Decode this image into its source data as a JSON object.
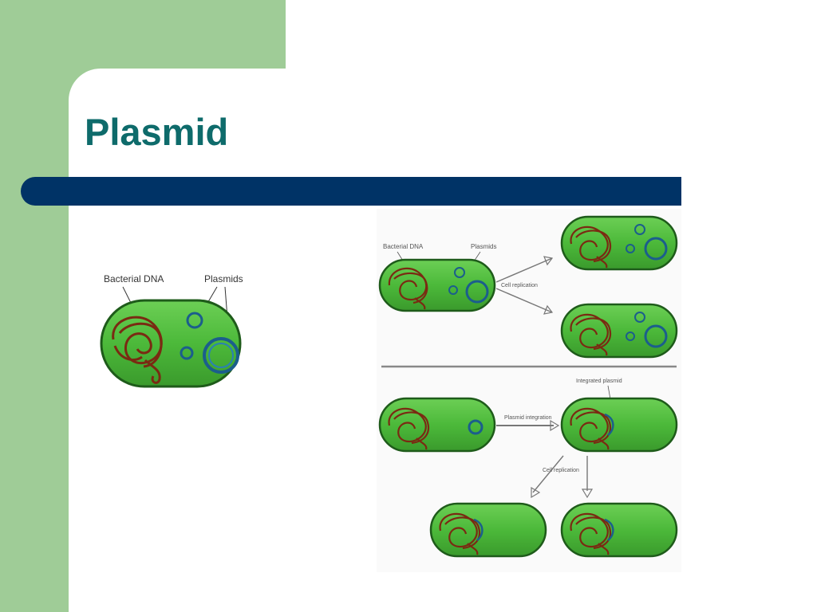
{
  "slide": {
    "title": "Plasmid"
  },
  "figure_left": {
    "label_bacterial_dna": "Bacterial DNA",
    "label_plasmids": "Plasmids"
  },
  "figure_right": {
    "label_bacterial_dna": "Bacterial DNA",
    "label_plasmids": "Plasmids",
    "label_cell_replication_top": "Cell replication",
    "label_plasmid_integration": "Plasmid integration",
    "label_integrated_plasmid": "Integrated plasmid",
    "label_cell_replication_bottom": "Cell replication"
  },
  "colors": {
    "sidebar_green": "#9fcc97",
    "title_teal": "#0e6b6b",
    "bar_navy": "#003366",
    "cell_green": "#4cb93a",
    "dna_brown": "#7a2a12",
    "plasmid_blue": "#1b5e8c"
  }
}
